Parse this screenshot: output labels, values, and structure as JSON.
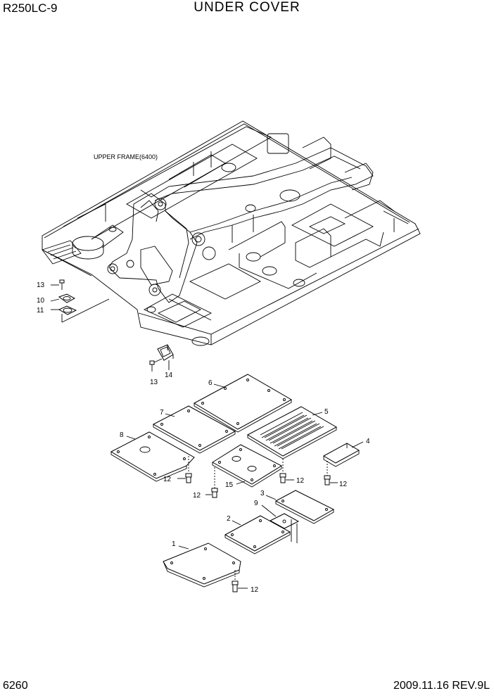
{
  "header": {
    "model": "R250LC-9",
    "title": "UNDER COVER"
  },
  "footer": {
    "page_number": "6260",
    "date_rev": "2009.11.16  REV.9L"
  },
  "diagram": {
    "frame_label": "UPPER FRAME(6400)",
    "callouts": {
      "c1": "1",
      "c2": "2",
      "c3": "3",
      "c4": "4",
      "c5": "5",
      "c6": "6",
      "c7": "7",
      "c8": "8",
      "c9": "9",
      "c10": "10",
      "c11": "11",
      "c12a": "12",
      "c12b": "12",
      "c12c": "12",
      "c12d": "12",
      "c12e": "12",
      "c13a": "13",
      "c13b": "13",
      "c14": "14",
      "c15": "15"
    }
  }
}
